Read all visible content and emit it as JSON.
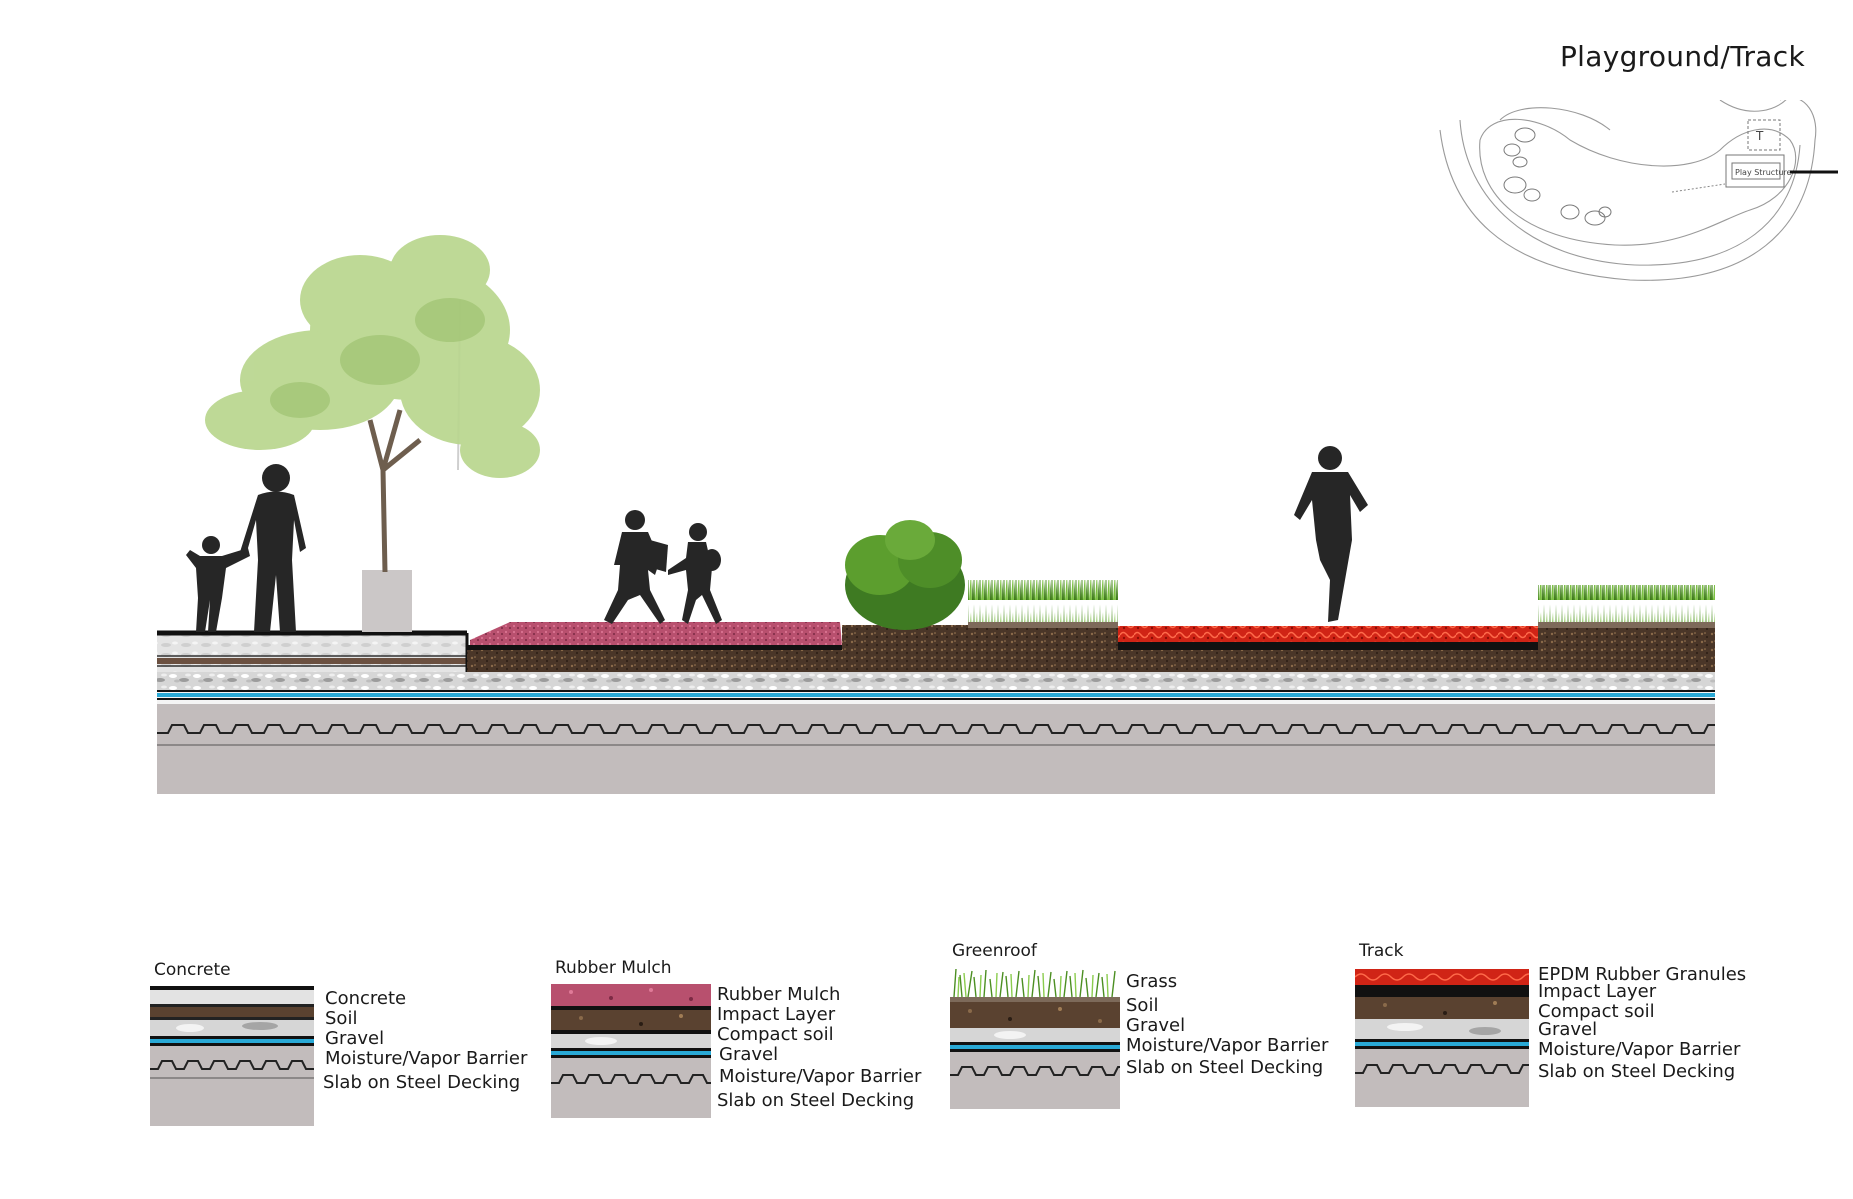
{
  "title": "Playground/Track",
  "keyplan": {
    "play_structure_label": "Play Structure",
    "restroom_symbol": "T"
  },
  "legends": [
    {
      "title": "Concrete",
      "layers": [
        "Concrete",
        "Soil",
        "Gravel",
        "Moisture/Vapor Barrier",
        "Slab on Steel Decking"
      ]
    },
    {
      "title": "Rubber Mulch",
      "layers": [
        "Rubber Mulch",
        "Impact Layer",
        "Compact soil",
        "Gravel",
        "Moisture/Vapor Barrier",
        "Slab on Steel Decking"
      ]
    },
    {
      "title": "Greenroof",
      "layers": [
        "Grass",
        "Soil",
        "Gravel",
        "Moisture/Vapor Barrier",
        "Slab on Steel Decking"
      ]
    },
    {
      "title": "Track",
      "layers": [
        "EPDM Rubber Granules",
        "Impact Layer",
        "Compact soil",
        "Gravel",
        "Moisture/Vapor Barrier",
        "Slab on Steel Decking"
      ]
    }
  ],
  "colors": {
    "slab": "#c2bcbc",
    "gravel": "#d9d9d9",
    "barrier": "#29a9d6",
    "soil": "#5a4230",
    "rubber_mulch": "#b04a6a",
    "grass": "#5c9e2e",
    "track_red": "#d42a1c",
    "concrete": "#e3e3e3",
    "silhouette": "#262626",
    "tree_foliage": "#b9d68e"
  }
}
